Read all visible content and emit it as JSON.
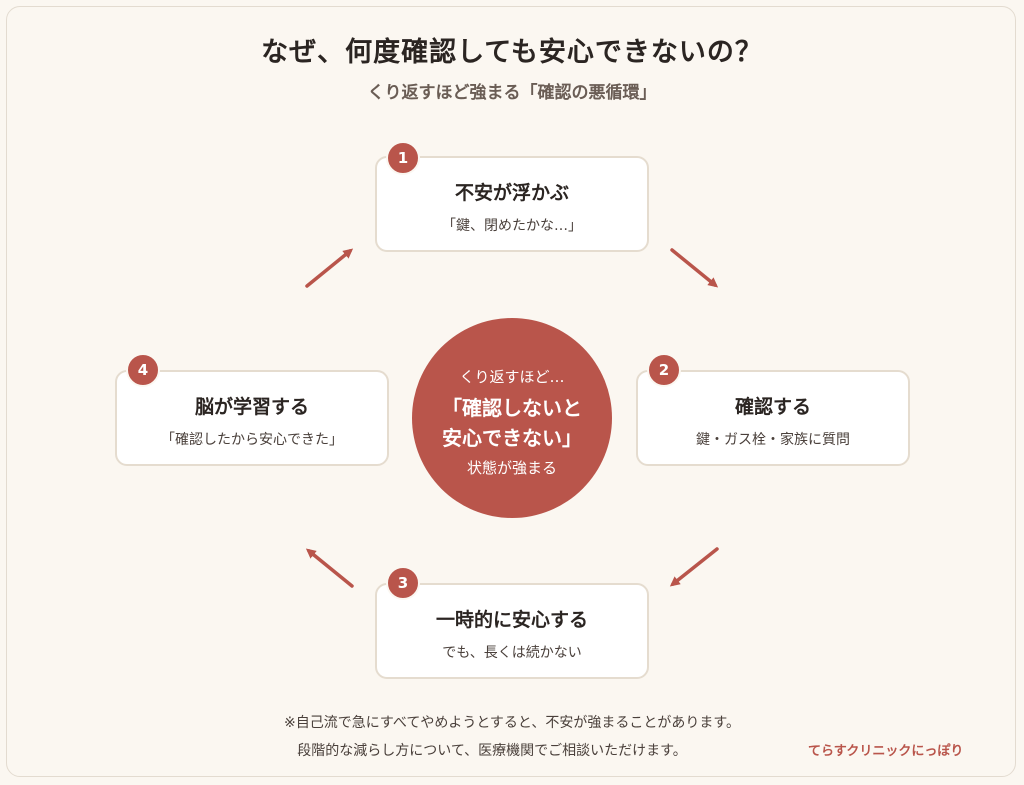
{
  "header": {
    "title": "なぜ、何度確認しても安心できないの？",
    "subtitle": "くり返すほど強まる「確認の悪循環」"
  },
  "steps": [
    {
      "number": "1",
      "title": "不安が浮かぶ",
      "text": "「鍵、閉めたかな…」"
    },
    {
      "number": "2",
      "title": "確認する",
      "text": "鍵・ガス栓・家族に質問"
    },
    {
      "number": "3",
      "title": "一時的に安心する",
      "text": "でも、長くは続かない"
    },
    {
      "number": "4",
      "title": "脳が学習する",
      "text": "「確認したから安心できた」"
    }
  ],
  "center": {
    "line1": "くり返すほど…",
    "line2": "「確認しないと",
    "line3": "安心できない」",
    "line4": "状態が強まる"
  },
  "footer": {
    "note1": "※自己流で急にすべてやめようとすると、不安が強まることがあります。",
    "note2": "段階的な減らし方について、医療機関でご相談いただけます。",
    "clinic": "てらすクリニックにっぽり"
  },
  "colors": {
    "accent": "#b9554b",
    "background": "#fbf7f1",
    "card_border": "#e5dccf"
  }
}
